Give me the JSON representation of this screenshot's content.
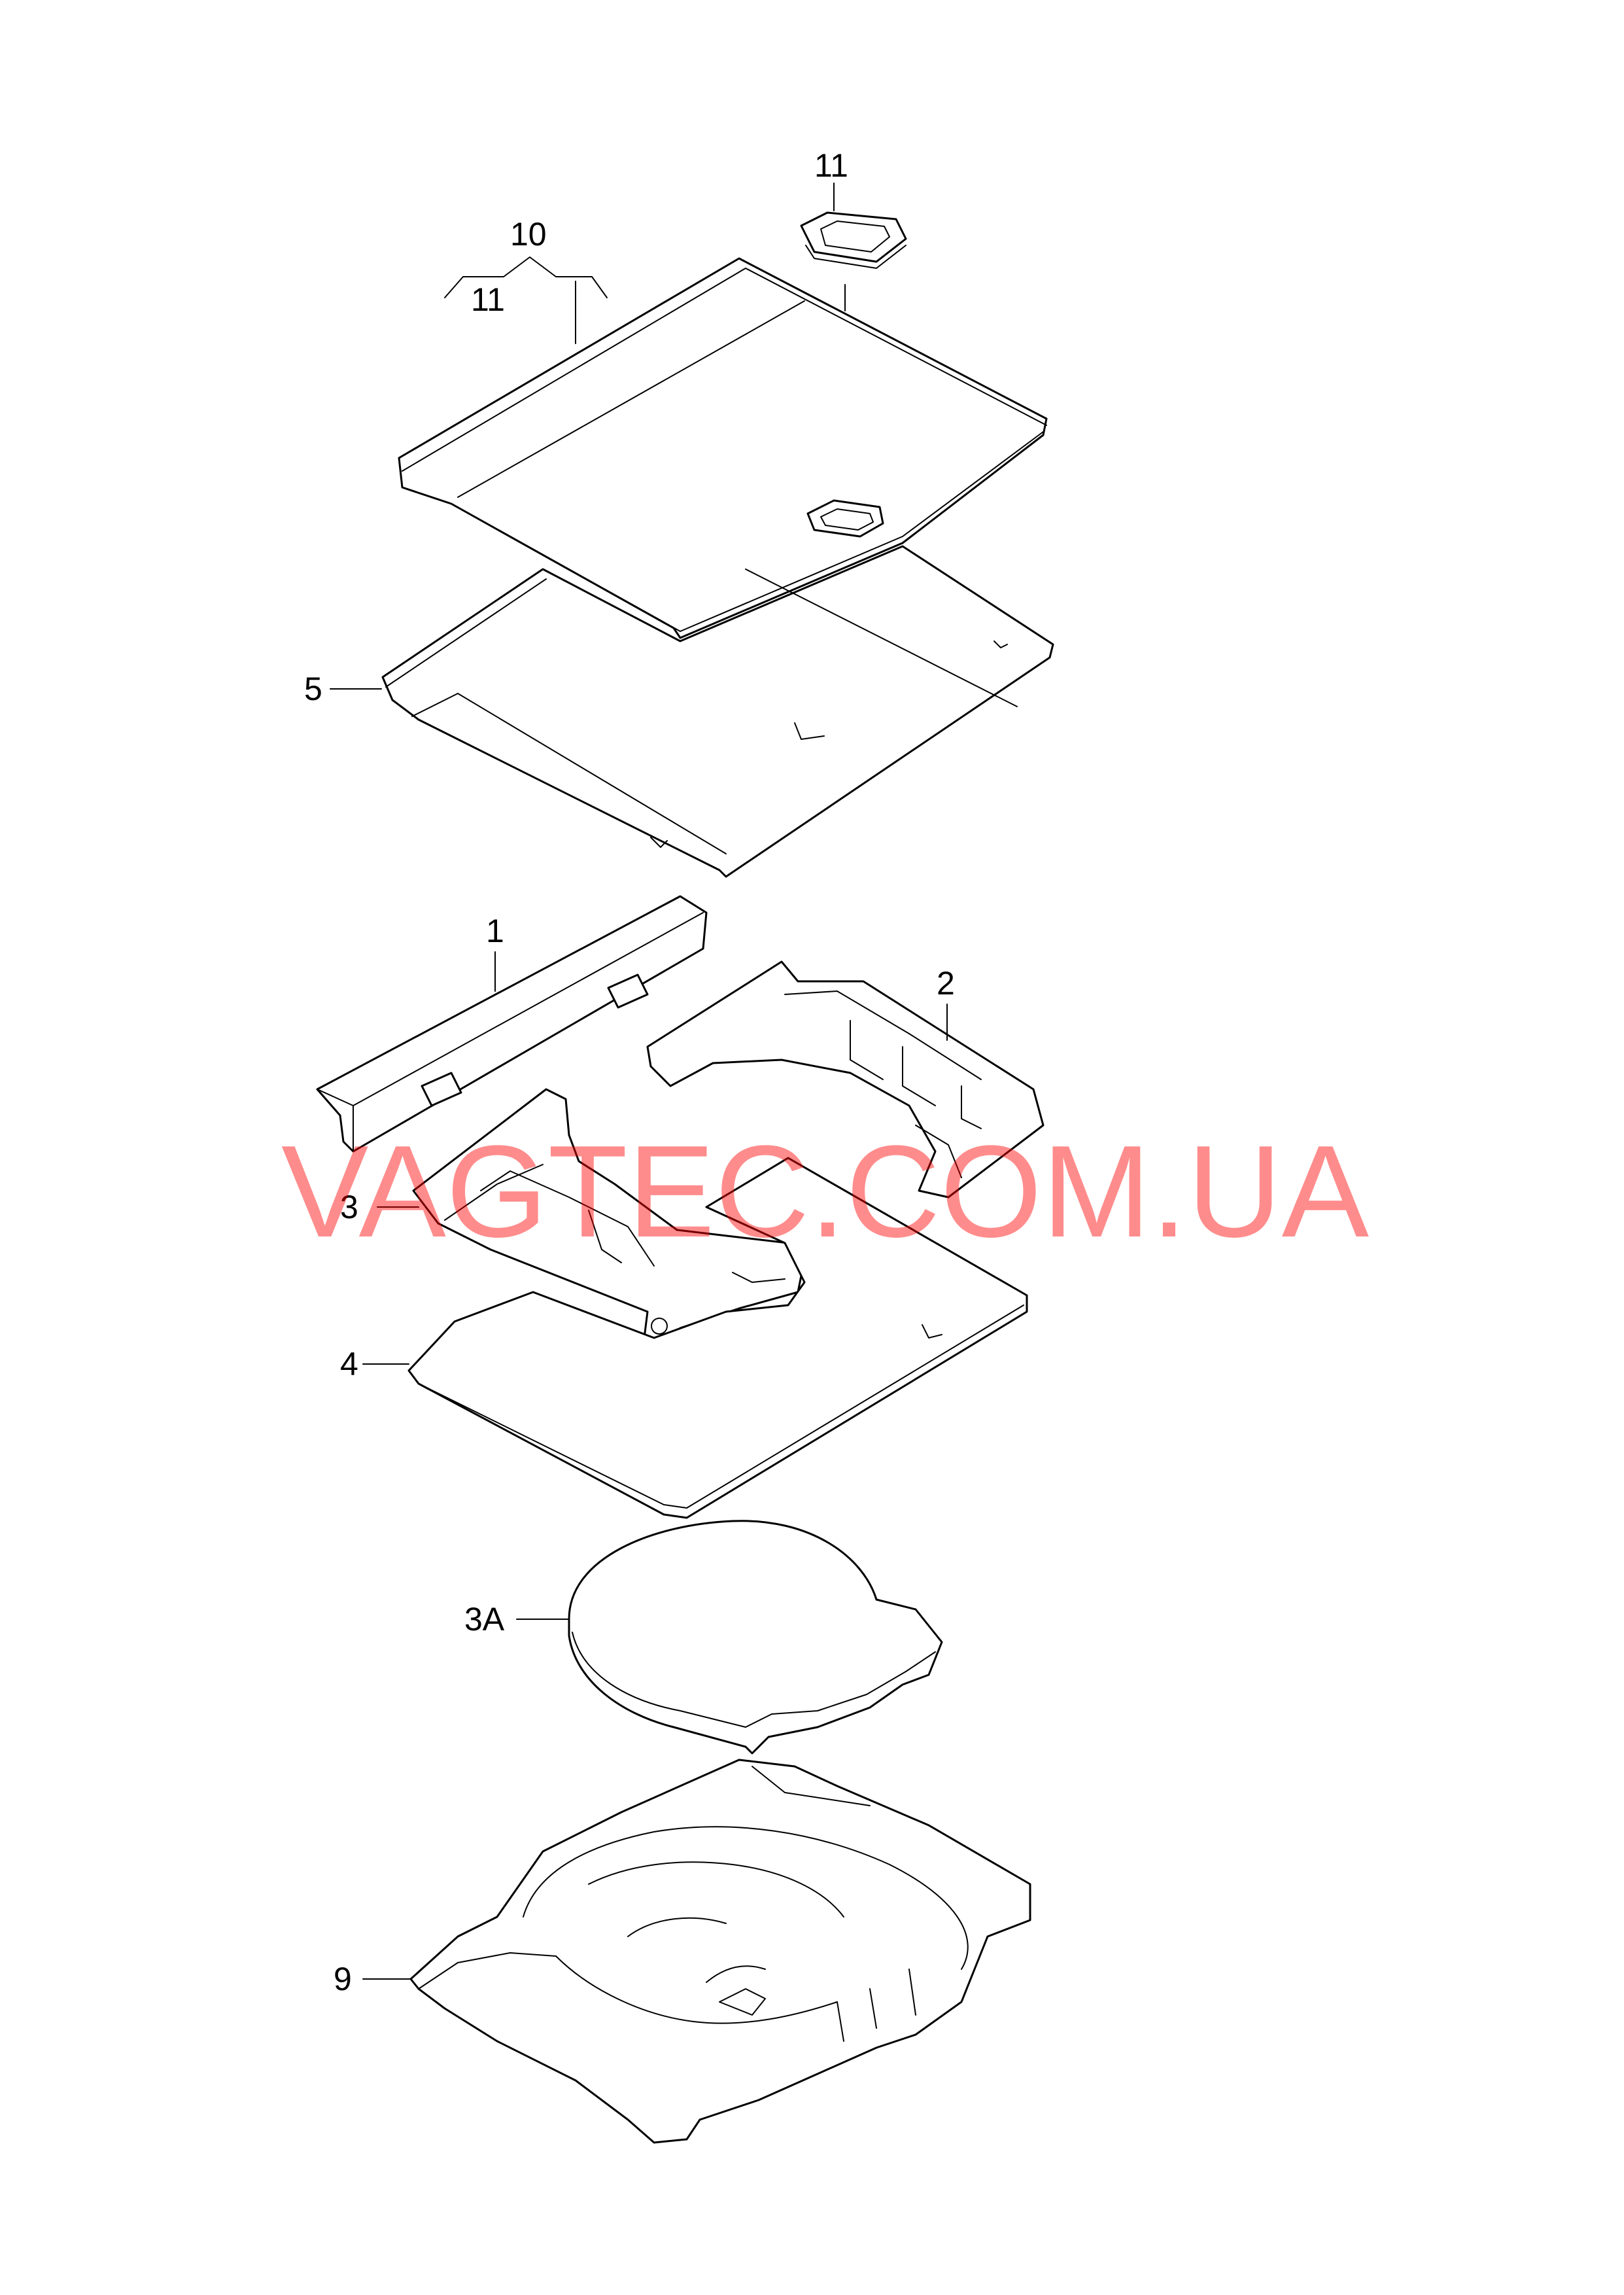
{
  "callouts": {
    "c10": "10",
    "c11_top": "11",
    "c11_left": "11",
    "c5": "5",
    "c1": "1",
    "c2": "2",
    "c3": "3",
    "c4": "4",
    "c3a": "3A",
    "c9": "9"
  },
  "watermark": "VAGTEC.COM.UA",
  "colors": {
    "line": "#000000",
    "watermark": "#ff0000"
  }
}
